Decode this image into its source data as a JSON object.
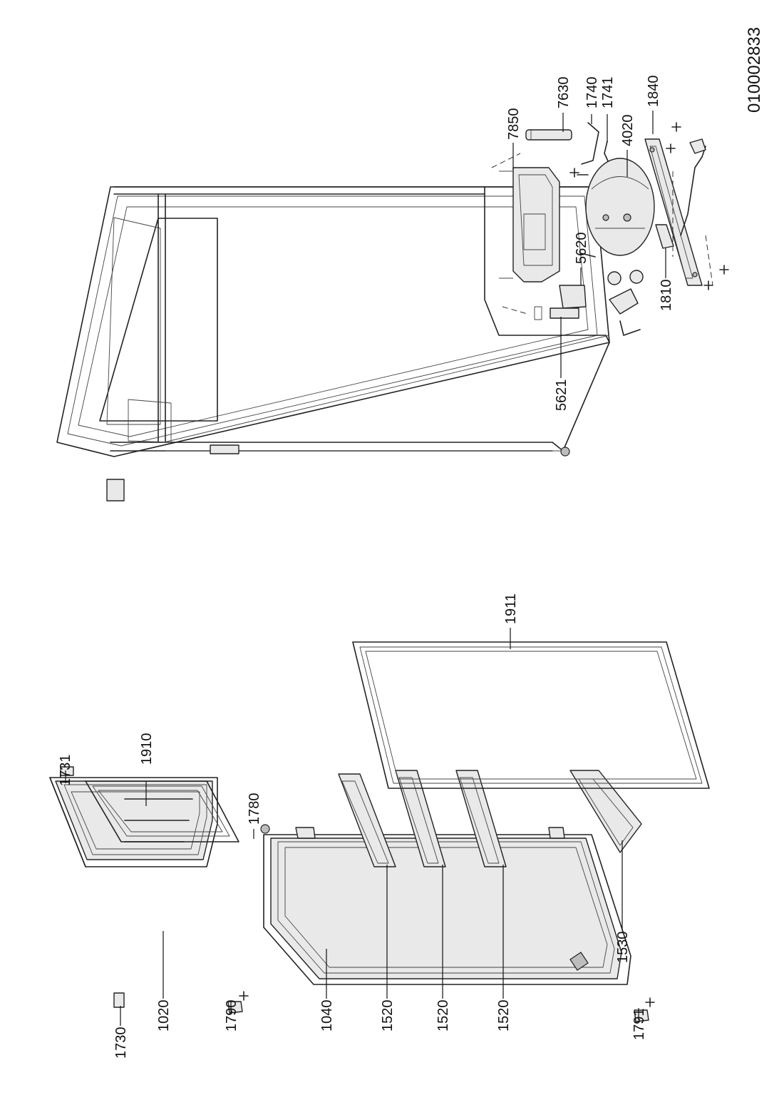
{
  "diagram": {
    "document_id": "010002833",
    "callouts": {
      "c1730": "1730",
      "c1731": "1731",
      "c1020": "1020",
      "c1910": "1910",
      "c1790": "1790",
      "c1780": "1780",
      "c1040": "1040",
      "c1520a": "1520",
      "c1520b": "1520",
      "c1520c": "1520",
      "c1530": "1530",
      "c1911": "1911",
      "c1791": "1791",
      "c5621": "5621",
      "c5620": "5620",
      "c7850": "7850",
      "c7630": "7630",
      "c1740": "1740",
      "c1741": "1741",
      "c4020": "4020",
      "c1810": "1810",
      "c1840": "1840"
    }
  }
}
